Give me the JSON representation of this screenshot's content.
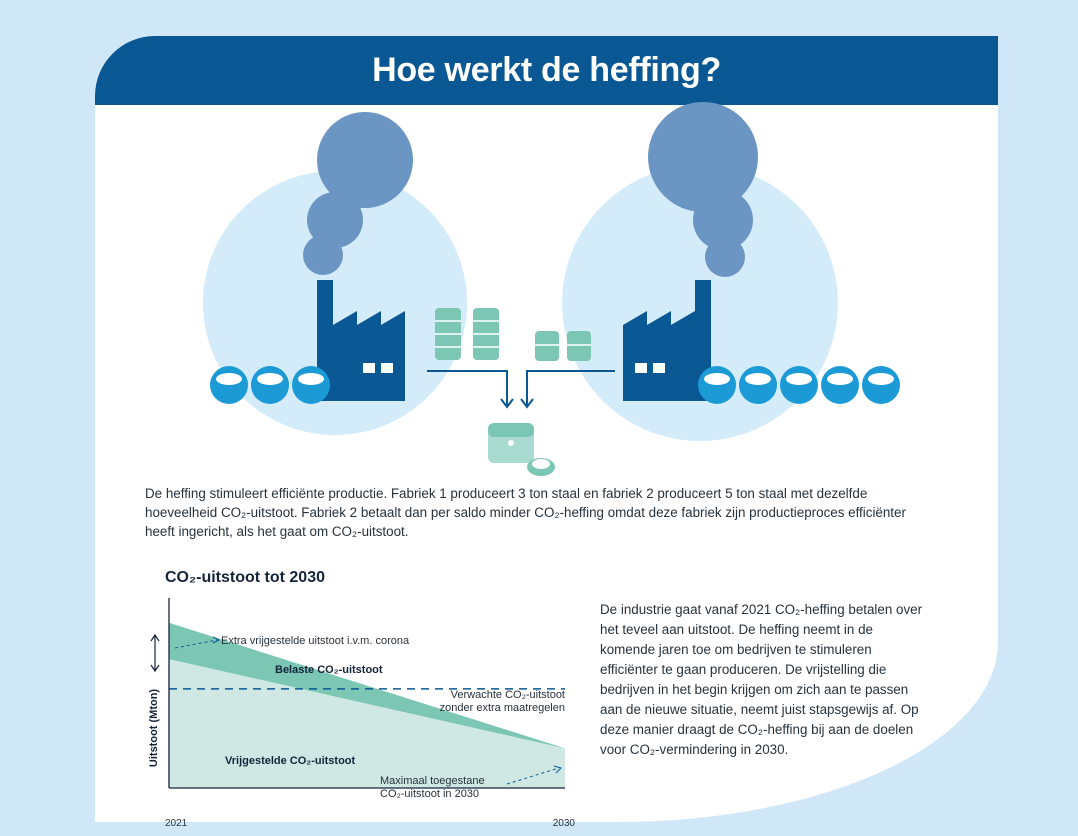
{
  "header": {
    "title": "Hoe werkt de heffing?"
  },
  "icons": {
    "factory_left": "factory-icon",
    "factory_right": "factory-icon",
    "smoke": "smoke-cloud-icon",
    "steel_coil": "steel-coil-icon",
    "coin_stack": "coin-stack-icon",
    "treasury": "treasury-chest-icon"
  },
  "illustration": {
    "factory_1_steel_tons": 3,
    "factory_2_steel_tons": 5,
    "factory_1_coin_stacks": 2,
    "factory_2_coin_stacks": 2
  },
  "body_text": "De heffing stimuleert efficiënte productie. Fabriek 1 produceert 3 ton staal en fabriek 2 produceert 5 ton staal met dezelfde hoeveelheid CO₂-uitstoot. Fabriek 2 betaalt dan per saldo minder CO₂-heffing omdat deze fabriek zijn productieproces efficiënter heeft ingericht, als het gaat om CO₂-uitstoot.",
  "side_text": "De industrie gaat vanaf 2021 CO₂-heffing betalen over het teveel aan uitstoot. De heffing neemt in de komende jaren toe om bedrijven te stimuleren efficiënter te gaan produceren. De vrijstelling die bedrijven in het begin krijgen om zich aan te passen aan de nieuwe situatie, neemt juist stapsgewijs af. Op deze manier draagt de CO₂-heffing bij aan de doelen voor CO₂-vermindering in 2030.",
  "chart_data": {
    "type": "area",
    "title": "CO₂-uitstoot tot 2030",
    "ylabel": "Uitstoot (Mton)",
    "xlabel": "",
    "x": [
      "2021",
      "2030"
    ],
    "xtick_labels": [
      "2021",
      "2030"
    ],
    "grid": false,
    "series": [
      {
        "name": "Vrijgestelde CO₂-uitstoot",
        "values": [
          0.78,
          0.24
        ],
        "color": "#cfe8e3"
      },
      {
        "name": "Belaste CO₂-uitstoot",
        "values": [
          1.0,
          0.24
        ],
        "color": "#7cc6b4"
      }
    ],
    "reference_line": {
      "label_line1": "Verwachte CO₂-uitstoot",
      "label_line2": "zonder extra maatregelen",
      "value": 0.6
    },
    "annotations": {
      "corona": "Extra vrijgestelde uitstoot i.v.m. corona",
      "max_line1": "Maximaal toegestane",
      "max_line2": "CO₂-uitstoot in 2030"
    },
    "ylim": [
      0,
      1.15
    ]
  }
}
